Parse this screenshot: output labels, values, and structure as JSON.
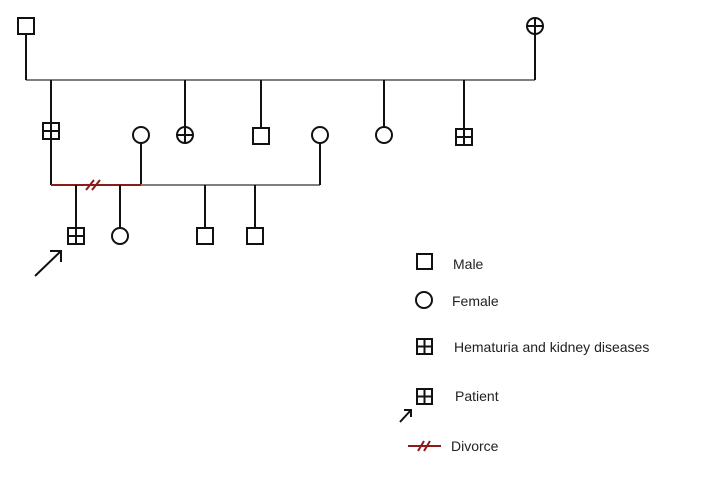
{
  "colors": {
    "symbol_stroke": "#111111",
    "line_gray": "#7f7f7f",
    "line_dark": "#111111",
    "divorce_red": "#8b1a1a",
    "background": "#ffffff"
  },
  "pedigree": {
    "generation_1": [
      {
        "id": "g1-father",
        "symbol": "square"
      },
      {
        "id": "g1-mother",
        "symbol": "circle-cross"
      }
    ],
    "generation_2": [
      {
        "id": "g2-son-affected",
        "symbol": "square-plus"
      },
      {
        "id": "g2-wife",
        "symbol": "circle"
      },
      {
        "id": "g2-daughter-cross",
        "symbol": "circle-cross"
      },
      {
        "id": "g2-son",
        "symbol": "square"
      },
      {
        "id": "g2-daughter-married",
        "symbol": "circle"
      },
      {
        "id": "g2-daughter",
        "symbol": "circle"
      },
      {
        "id": "g2-son-affected-2",
        "symbol": "square-plus"
      }
    ],
    "generation_3": [
      {
        "id": "g3-proband",
        "symbol": "square-plus",
        "proband": true
      },
      {
        "id": "g3-daughter",
        "symbol": "circle"
      },
      {
        "id": "g3-son-1",
        "symbol": "square"
      },
      {
        "id": "g3-son-2",
        "symbol": "square"
      }
    ]
  },
  "legend": {
    "male": {
      "label": "Male",
      "icon": "square-icon"
    },
    "female": {
      "label": "Female",
      "icon": "circle-icon"
    },
    "hematuria": {
      "label": "Hematuria and kidney diseases",
      "icon": "square-plus-icon"
    },
    "patient": {
      "label": "Patient",
      "icon": "proband-arrow-icon"
    },
    "divorce": {
      "label": "Divorce",
      "icon": "divorce-slash-icon"
    }
  }
}
